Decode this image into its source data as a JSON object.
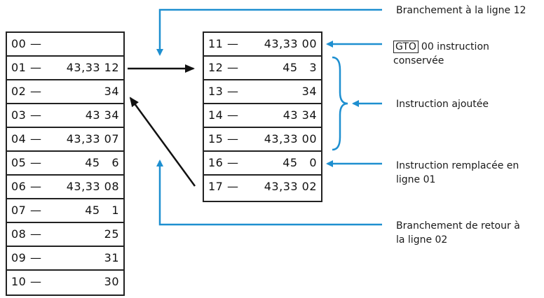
{
  "left_table": [
    {
      "num": "00 —",
      "code": ""
    },
    {
      "num": "01 —",
      "code": "43,33 12"
    },
    {
      "num": "02 —",
      "code": "34"
    },
    {
      "num": "03 —",
      "code": "43 34"
    },
    {
      "num": "04 —",
      "code": "43,33 07"
    },
    {
      "num": "05 —",
      "code": "45   6"
    },
    {
      "num": "06 —",
      "code": "43,33 08"
    },
    {
      "num": "07 —",
      "code": "45   1"
    },
    {
      "num": "08 —",
      "code": "25"
    },
    {
      "num": "09 —",
      "code": "31"
    },
    {
      "num": "10 —",
      "code": "30"
    }
  ],
  "right_table": [
    {
      "num": "11 —",
      "code": "43,33 00"
    },
    {
      "num": "12 —",
      "code": "45   3"
    },
    {
      "num": "13 —",
      "code": "34"
    },
    {
      "num": "14 —",
      "code": "43 34"
    },
    {
      "num": "15 —",
      "code": "43,33 00"
    },
    {
      "num": "16 —",
      "code": "45   0"
    },
    {
      "num": "17 —",
      "code": "43,33 02"
    }
  ],
  "annotations": {
    "branch_to_12": "Branchement à la ligne 12",
    "gto_box": "GTO",
    "gto_rest": "00  instruction",
    "gto_line2": "conservée",
    "added": "Instruction ajoutée",
    "replaced_line1": "Instruction remplacée en",
    "replaced_line2": "ligne 01",
    "return_line1": "Branchement de retour à",
    "return_line2": "la ligne 02"
  },
  "colors": {
    "arrow_blue": "#1e8fd0",
    "arrow_black": "#111111",
    "border": "#222222"
  }
}
